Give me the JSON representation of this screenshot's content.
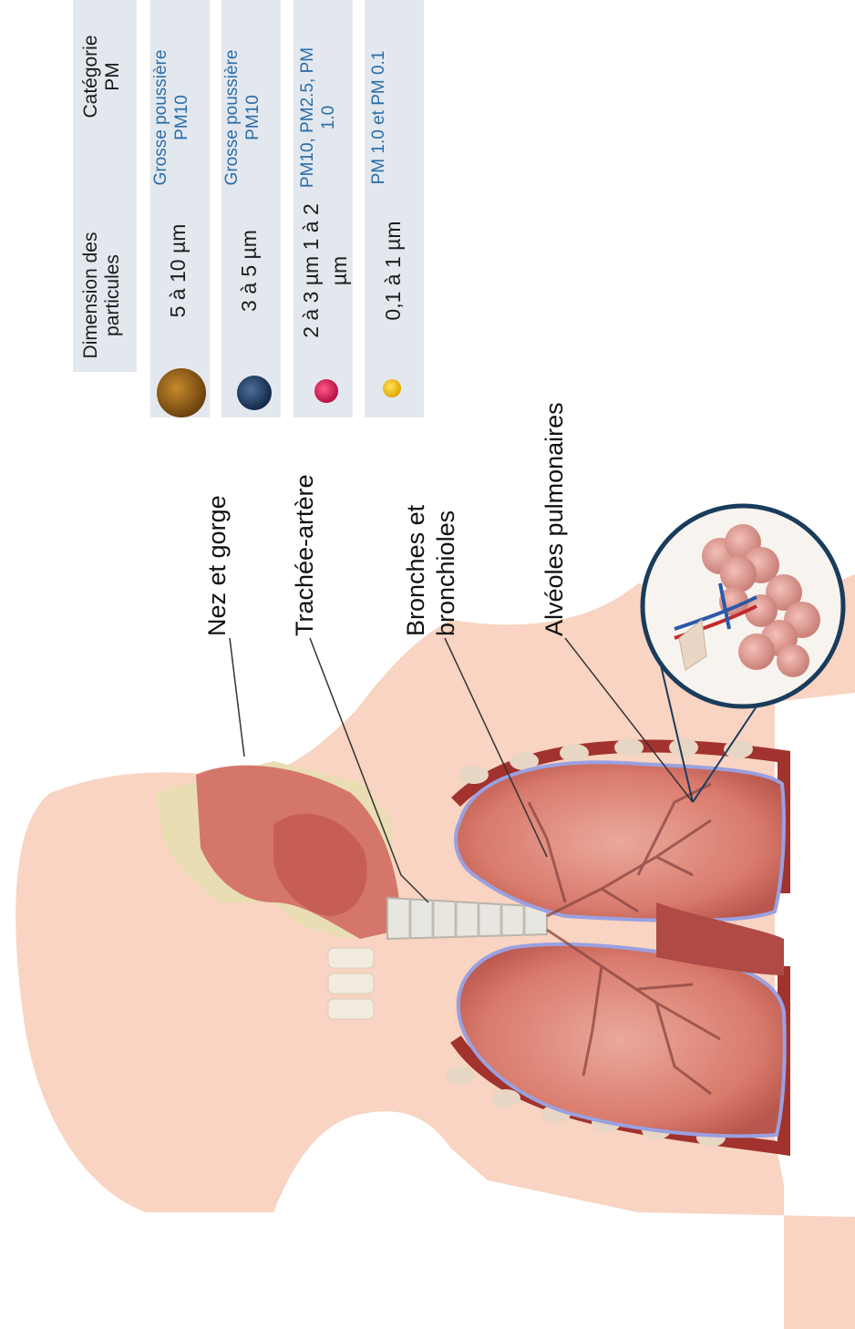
{
  "table": {
    "headers": {
      "size": "Dimension des particules",
      "category": "Catégorie PM"
    },
    "rows": [
      {
        "size": "5 à 10 µm",
        "category": "Grosse poussière PM10",
        "particle_icon": "large-brown-particle",
        "color": "#8a5a16"
      },
      {
        "size": "3 à 5 µm",
        "category": "Grosse poussière PM10",
        "particle_icon": "dark-blue-particle",
        "color": "#1f3f66"
      },
      {
        "size": "2 à 3 µm 1 à 2 µm",
        "category": "PM10, PM2.5, PM 1.0",
        "particle_icon": "magenta-particle",
        "color": "#d6185a"
      },
      {
        "size": "0,1 à 1 µm",
        "category": "PM 1.0 et PM 0.1",
        "particle_icon": "yellow-particle",
        "color": "#f2c200"
      }
    ]
  },
  "labels": {
    "nose_throat": "Nez et gorge",
    "trachea": "Trachée-artère",
    "bronchi": "Bronches et bronchioles",
    "alveoli": "Alvéoles pulmonaires"
  },
  "colors": {
    "skin": "#f9d4c2",
    "lung": "#e0897a",
    "table_bg": "#e3e8ee",
    "category_text": "#2b6ea8"
  }
}
